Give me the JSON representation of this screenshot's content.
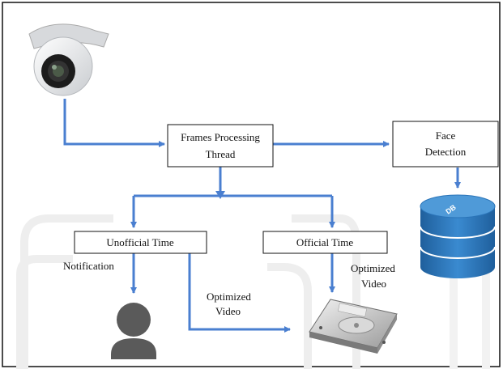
{
  "diagram": {
    "nodes": {
      "frames_processing": {
        "line1": "Frames Processing",
        "line2": "Thread"
      },
      "face_detection": {
        "line1": "Face",
        "line2": "Detection"
      },
      "unofficial_time": {
        "label": "Unofficial Time"
      },
      "official_time": {
        "label": "Official Time"
      }
    },
    "labels": {
      "notification": "Notification",
      "optimized_video_left": {
        "line1": "Optimized",
        "line2": "Video"
      },
      "optimized_video_right": {
        "line1": "Optimized",
        "line2": "Video"
      },
      "db": "DB"
    },
    "icons": [
      "camera-icon",
      "database-icon",
      "user-icon",
      "hard-drive-icon"
    ],
    "colors": {
      "arrow": "#4a7fd0",
      "database": "#2a74b8",
      "user": "#5a5a5a",
      "border": "#111111"
    }
  }
}
